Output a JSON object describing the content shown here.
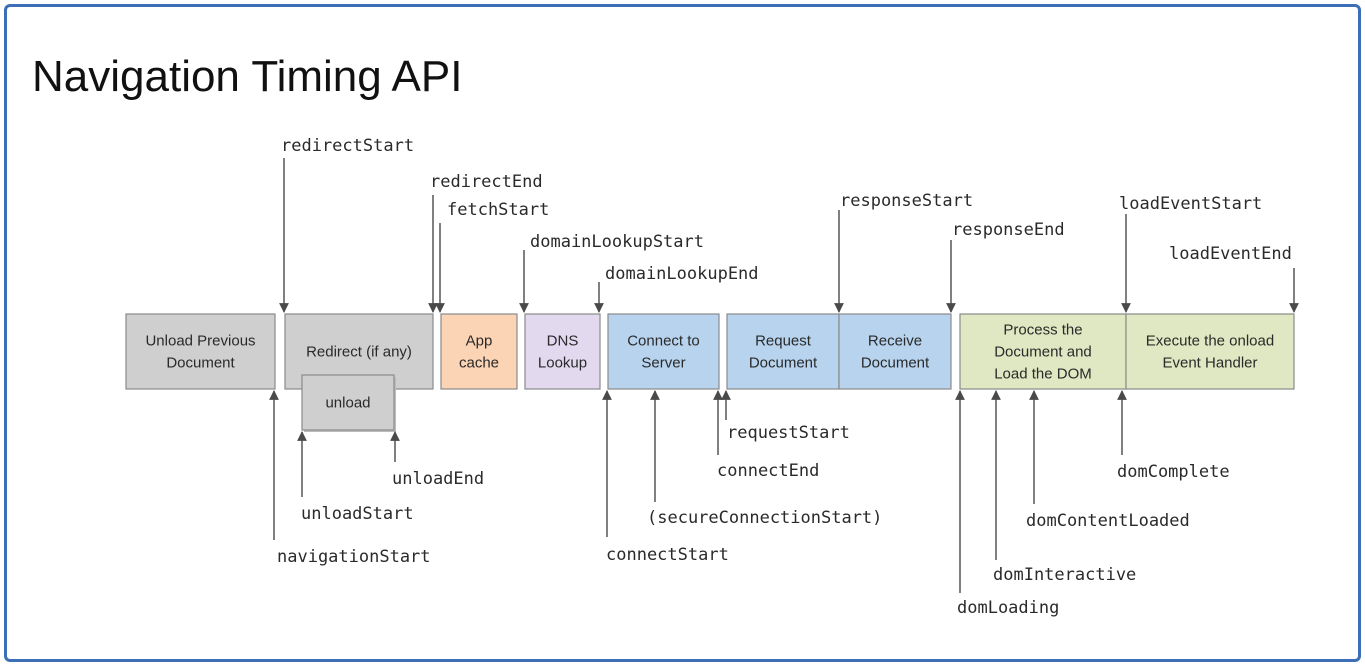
{
  "title": "Navigation Timing API",
  "colors": {
    "frame": "#3d6fb6",
    "gray": "#cfcfcf",
    "orange": "#fbd3b5",
    "purple": "#e3d9ef",
    "blue": "#b7d3ee",
    "green": "#dfe8c2",
    "stroke": "#8a8a8a",
    "arrow": "#4a4a4a"
  },
  "phases": [
    {
      "id": "unload-previous-document",
      "lines": [
        "Unload Previous",
        "Document"
      ],
      "color": "gray"
    },
    {
      "id": "redirect",
      "lines": [
        "Redirect (if any)"
      ],
      "color": "gray"
    },
    {
      "id": "unload",
      "lines": [
        "unload"
      ],
      "color": "gray"
    },
    {
      "id": "app-cache",
      "lines": [
        "App",
        "cache"
      ],
      "color": "orange"
    },
    {
      "id": "dns-lookup",
      "lines": [
        "DNS",
        "Lookup"
      ],
      "color": "purple"
    },
    {
      "id": "connect-to-server",
      "lines": [
        "Connect to",
        "Server"
      ],
      "color": "blue"
    },
    {
      "id": "request-document",
      "lines": [
        "Request",
        "Document"
      ],
      "color": "blue"
    },
    {
      "id": "receive-document",
      "lines": [
        "Receive",
        "Document"
      ],
      "color": "blue"
    },
    {
      "id": "process-document",
      "lines": [
        "Process the",
        "Document and",
        "Load the DOM"
      ],
      "color": "green"
    },
    {
      "id": "execute-onload",
      "lines": [
        "Execute the onload",
        "Event Handler"
      ],
      "color": "green"
    }
  ],
  "top_events": [
    "redirectStart",
    "redirectEnd",
    "fetchStart",
    "domainLookupStart",
    "domainLookupEnd",
    "responseStart",
    "responseEnd",
    "loadEventStart",
    "loadEventEnd"
  ],
  "bottom_events": [
    "navigationStart",
    "unloadStart",
    "unloadEnd",
    "connectStart",
    "(secureConnectionStart)",
    "connectEnd",
    "requestStart",
    "domLoading",
    "domInteractive",
    "domContentLoaded",
    "domComplete"
  ]
}
